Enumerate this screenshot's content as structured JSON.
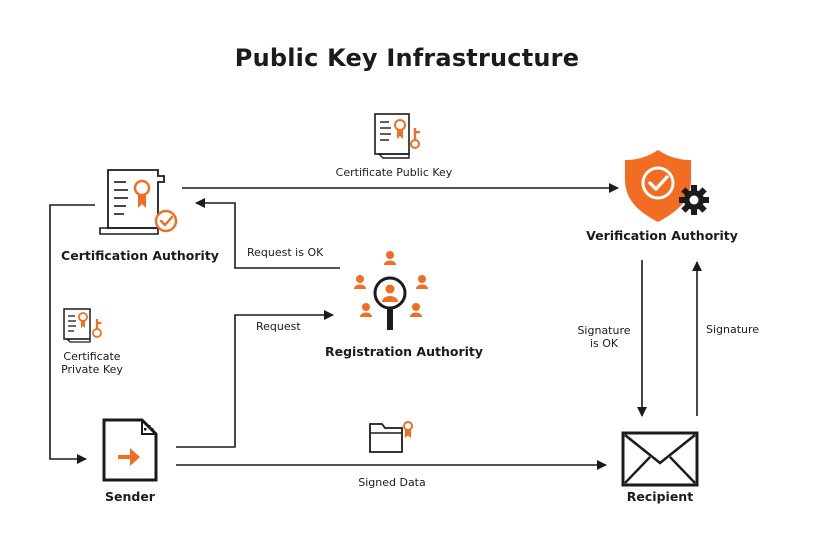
{
  "title": "Public Key Infrastructure",
  "nodes": {
    "certification_authority": "Certification Authority",
    "verification_authority": "Verification Authority",
    "registration_authority": "Registration Authority",
    "sender": "Sender",
    "recipient": "Recipient"
  },
  "edges": {
    "certificate_public_key": "Certificate Public Key",
    "request_is_ok": "Request is OK",
    "request": "Request",
    "certificate_private_key_line1": "Certificate",
    "certificate_private_key_line2": "Private Key",
    "signature_is_ok_line1": "Signature",
    "signature_is_ok_line2": "is OK",
    "signature": "Signature",
    "signed_data": "Signed Data"
  },
  "colors": {
    "accent": "#f26d21",
    "ink": "#1b1b1b"
  },
  "icons": {
    "certificate": "certificate-icon",
    "shield_gear": "shield-gear-icon",
    "people_search": "people-search-icon",
    "document_arrow": "document-arrow-icon",
    "envelope": "envelope-icon",
    "folder_badge": "folder-badge-icon"
  }
}
